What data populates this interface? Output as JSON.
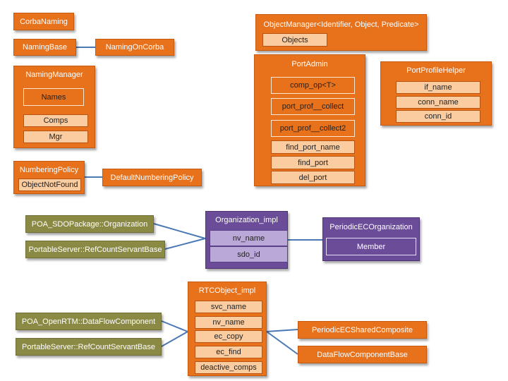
{
  "corba_naming": "CorbaNaming",
  "naming_base": "NamingBase",
  "naming_on_corba": "NamingOnCorba",
  "naming_manager": {
    "title": "NamingManager",
    "members": [
      "Names",
      "Comps",
      "Mgr"
    ]
  },
  "numbering_policy": {
    "title": "NumberingPolicy",
    "members": [
      "ObjectNotFound"
    ]
  },
  "default_numbering_policy": "DefaultNumberingPolicy",
  "object_manager": {
    "title": "ObjectManager<Identifier, Object, Predicate>",
    "members": [
      "Objects"
    ]
  },
  "port_admin": {
    "title": "PortAdmin",
    "members": [
      "comp_op<T>",
      "port_prof__collect",
      "port_prof__collect2",
      "find_port_name",
      "find_port",
      "del_port"
    ]
  },
  "port_profile_helper": {
    "title": "PortProfileHelper",
    "members": [
      "if_name",
      "conn_name",
      "conn_id"
    ]
  },
  "poa_sdo_organization": "POA_SDOPackage::Organization",
  "portable_server_refcount_1": "PortableServer::RefCountServantBase",
  "organization_impl": {
    "title": "Organization_impl",
    "members": [
      "nv_name",
      "sdo_id"
    ]
  },
  "periodic_ec_organization": {
    "title": "PeriodicECOrganization",
    "members": [
      "Member"
    ]
  },
  "rtc_object_impl": {
    "title": "RTCObject_impl",
    "members": [
      "svc_name",
      "nv_name",
      "ec_copy",
      "ec_find",
      "deactive_comps"
    ]
  },
  "poa_openrtm_dataflow": "POA_OpenRTM::DataFlowComponent",
  "portable_server_refcount_2": "PortableServer::RefCountServantBase",
  "periodic_ec_shared_composite": "PeriodicECSharedComposite",
  "dataflow_component_base": "DataFlowComponentBase"
}
